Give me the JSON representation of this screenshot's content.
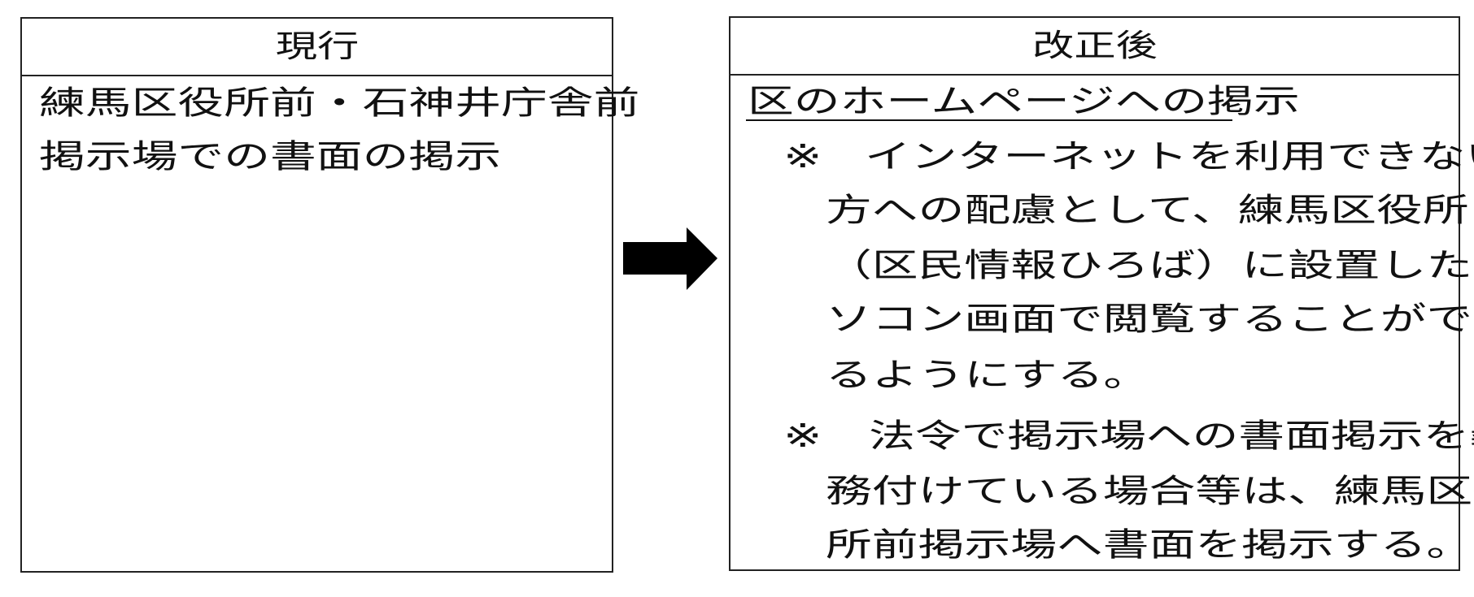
{
  "current": {
    "header": "現行",
    "lines": [
      "練馬区役所前・石神井庁舎前",
      "掲示場での書面の掲示"
    ]
  },
  "revised": {
    "header": "改正後",
    "title": "区のホームページへの掲示",
    "notes": [
      {
        "mark": "※",
        "lines": [
          "インターネットを利用できない",
          "方への配慮として、練馬区役所",
          "（区民情報ひろば）に設置したパ",
          "ソコン画面で閲覧することができ",
          "るようにする。"
        ]
      },
      {
        "mark": "※",
        "lines": [
          "法令で掲示場への書面掲示を義",
          "務付けている場合等は、練馬区役",
          "所前掲示場へ書面を掲示する。"
        ]
      }
    ]
  },
  "arrow_icon": "right-arrow-icon"
}
